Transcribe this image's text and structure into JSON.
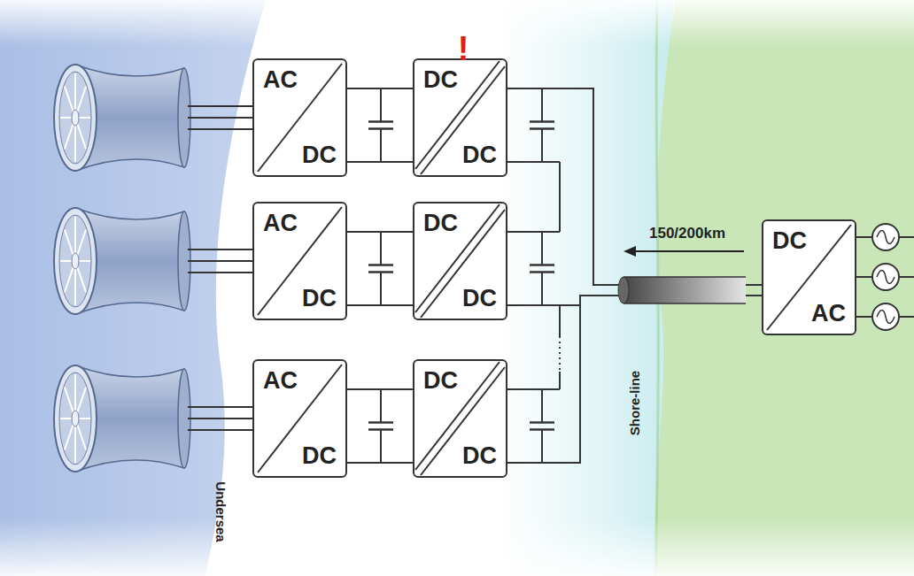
{
  "diagram": {
    "nodes": [
      {
        "text": [
          "AC",
          "DC"
        ]
      },
      {
        "text": [
          "DC",
          "DC"
        ]
      },
      {
        "text": [
          "AC",
          "DC"
        ]
      },
      {
        "text": [
          "DC",
          "DC"
        ]
      },
      {
        "text": [
          "AC",
          "DC"
        ]
      },
      {
        "text": [
          "DC",
          "DC"
        ]
      },
      {
        "text": [
          "DC",
          "AC"
        ]
      }
    ],
    "edges": [
      {
        "from": 0,
        "to": 1,
        "arrow": "none"
      },
      {
        "from": 2,
        "to": 3,
        "arrow": "none"
      },
      {
        "from": 4,
        "to": 5,
        "arrow": "none"
      },
      {
        "from": 1,
        "to": 6,
        "arrow": "none"
      },
      {
        "from": 3,
        "to": 6,
        "arrow": "none"
      },
      {
        "from": 5,
        "to": 6,
        "arrow": "none"
      }
    ],
    "labels": [
      "!",
      "150/200km",
      "Shore-line",
      "Undersea"
    ]
  }
}
